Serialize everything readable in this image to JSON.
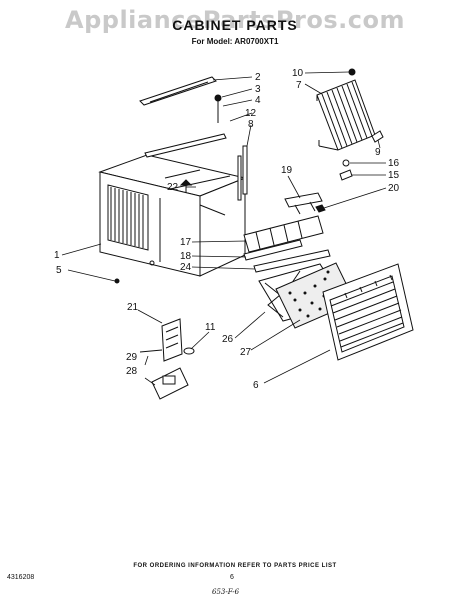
{
  "watermark": "AppliancePartsPros.com",
  "title": "CABINET PARTS",
  "model_line": "For Model: AR0700XT1",
  "callouts": {
    "c1": "1",
    "c2": "2",
    "c3": "3",
    "c4": "4",
    "c5": "5",
    "c6": "6",
    "c7": "7",
    "c8": "8",
    "c9": "9",
    "c10": "10",
    "c11": "11",
    "c12": "12",
    "c15": "15",
    "c16": "16",
    "c17": "17",
    "c18": "18",
    "c19": "19",
    "c20": "20",
    "c21": "21",
    "c22": "22",
    "c24": "24",
    "c26": "26",
    "c27": "27",
    "c28": "28",
    "c29": "29"
  },
  "footer": {
    "ordering_note": "FOR ORDERING INFORMATION REFER TO PARTS PRICE LIST",
    "doc_number": "4316208",
    "page_number": "6",
    "handwritten_code": "653-F-6"
  }
}
